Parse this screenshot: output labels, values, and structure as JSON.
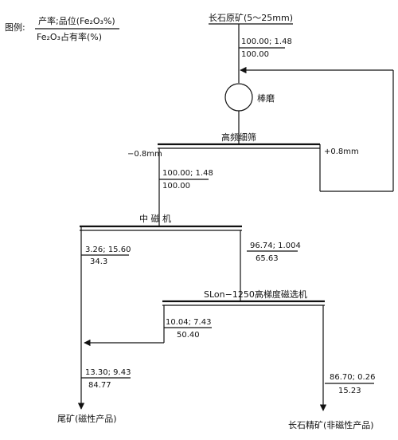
{
  "legend": {
    "prefix": "图例:",
    "numerator": "产率;品位(Fe₂O₃%)",
    "denominator": "Fe₂O₃占有率(%)"
  },
  "feed": {
    "title": "长石原矿(5～25mm)",
    "ratio_top": "100.00; 1.48",
    "ratio_bottom": "100.00"
  },
  "mill": {
    "label": "棒磨"
  },
  "screen": {
    "label": "高频细筛",
    "left_label": "−0.8mm",
    "right_label": "+0.8mm",
    "ratio_top": "100.00; 1.48",
    "ratio_bottom": "100.00"
  },
  "medium_mag": {
    "label": "中 磁 机",
    "left_top": "3.26; 15.60",
    "left_bottom": "34.3",
    "right_top": "96.74; 1.004",
    "right_bottom": "65.63"
  },
  "slon": {
    "label": "SLon−1250高梯度磁选机",
    "mag_top": "10.04; 7.43",
    "mag_bottom": "50.40"
  },
  "tailings": {
    "ratio_top": "13.30; 9.43",
    "ratio_bottom": "84.77",
    "label": "尾矿(磁性产品)"
  },
  "concentrate": {
    "ratio_top": "86.70; 0.26",
    "ratio_bottom": "15.23",
    "label": "长石精矿(非磁性产品)"
  }
}
